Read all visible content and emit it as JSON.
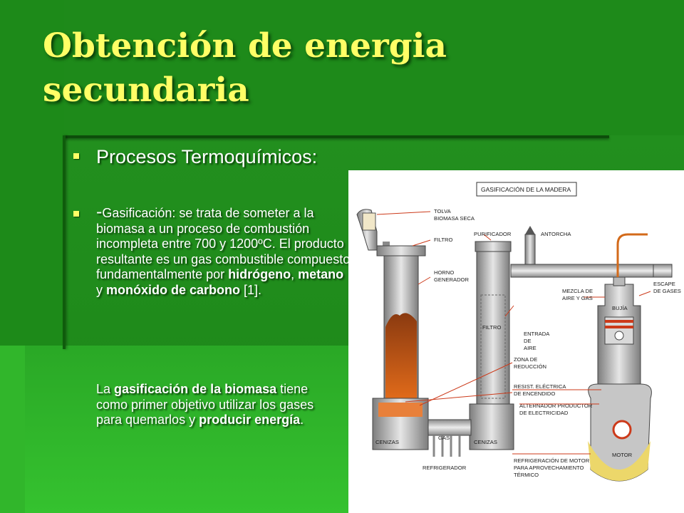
{
  "slide": {
    "title_line1": "Obtención de energia",
    "title_line2": "secundaria",
    "bullet1": {
      "text": "Procesos Termoquímicos:"
    },
    "bullet2": {
      "dash": "-",
      "p1": "Gasificación: se trata de someter a la biomasa a un proceso de combustión incompleta entre 700 y 1200ºC. El producto resultante es un gas combustible compuesto fundamentalmente por ",
      "b1": "hidrógeno",
      "p2": ", ",
      "b2": "metano",
      "p3": " y ",
      "b3": "monóxido de carbono",
      "p4": " [1]."
    },
    "para2": {
      "p1": "La ",
      "b1": "gasificación de la biomasa",
      "p2": " tiene como primer objetivo utilizar los gases para quemarlos y ",
      "b2": "producir energía",
      "p3": "."
    }
  },
  "diagram": {
    "title": "GASIFICACIÓN DE LA MADERA",
    "labels": {
      "tolva_1": "TOLVA",
      "tolva_2": "BIOMASA SECA",
      "filtro_top": "FILTRO",
      "purificador": "PURIFICADOR",
      "antorcha": "ANTORCHA",
      "horno_1": "HORNO",
      "horno_2": "GENERADOR",
      "filtro_mid": "FILTRO",
      "mezcla_1": "MEZCLA DE",
      "mezcla_2": "AIRE Y GAS",
      "escape_1": "ESCAPE",
      "escape_2": "DE GASES",
      "bujia": "BUJÍA",
      "entrada_1": "ENTRADA",
      "entrada_2": "DE",
      "entrada_3": "AIRE",
      "zona_1": "ZONA DE",
      "zona_2": "REDUCCIÓN",
      "resist_1": "RESIST. ELÉCTRICA",
      "resist_2": "DE ENCENDIDO",
      "alternador_1": "ALTERNADOR PRODUCTOR",
      "alternador_2": "DE ELECTRICIDAD",
      "gas": "GAS",
      "cenizas_1": "CENIZAS",
      "cenizas_2": "CENIZAS",
      "motor": "MOTOR",
      "refrigerador": "REFRIGERADOR",
      "refrig_1": "REFRIGERACIÓN DE MOTOR",
      "refrig_2": "PARA APROVECHAMIENTO",
      "refrig_3": "TÉRMICO"
    }
  },
  "colors": {
    "background": "#1e8a1a",
    "title": "#ffff66",
    "text": "#ffffff",
    "bullet_marker": "#ffff66"
  }
}
